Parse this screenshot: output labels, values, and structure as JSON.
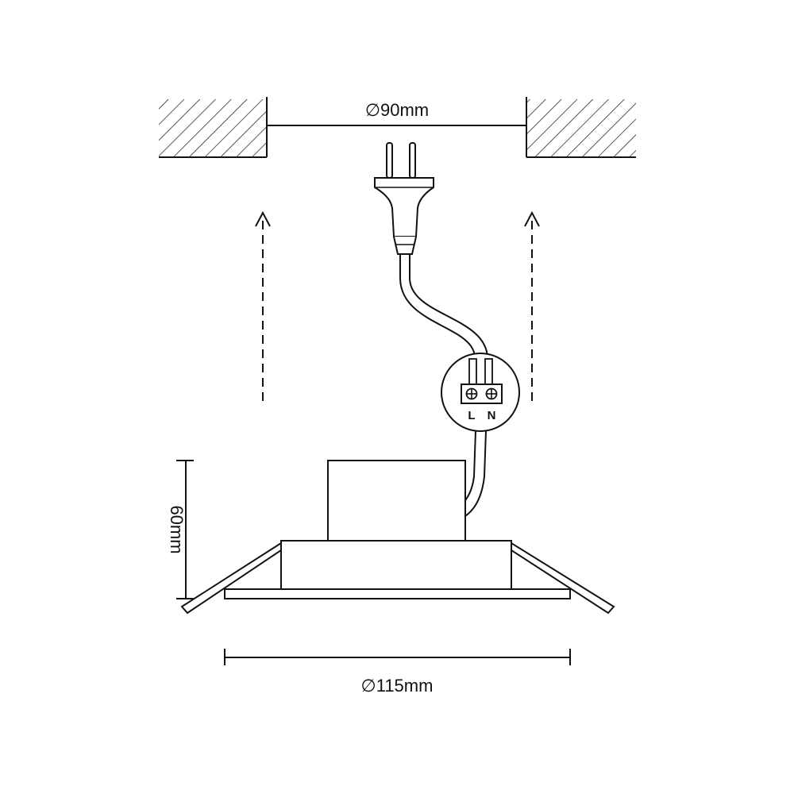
{
  "dimensions": {
    "cutout_diameter": "∅90mm",
    "height": "60mm",
    "outer_diameter": "∅115mm"
  },
  "terminal": {
    "live_label": "L",
    "neutral_label": "N"
  },
  "colors": {
    "stroke": "#111111",
    "background": "#ffffff"
  }
}
